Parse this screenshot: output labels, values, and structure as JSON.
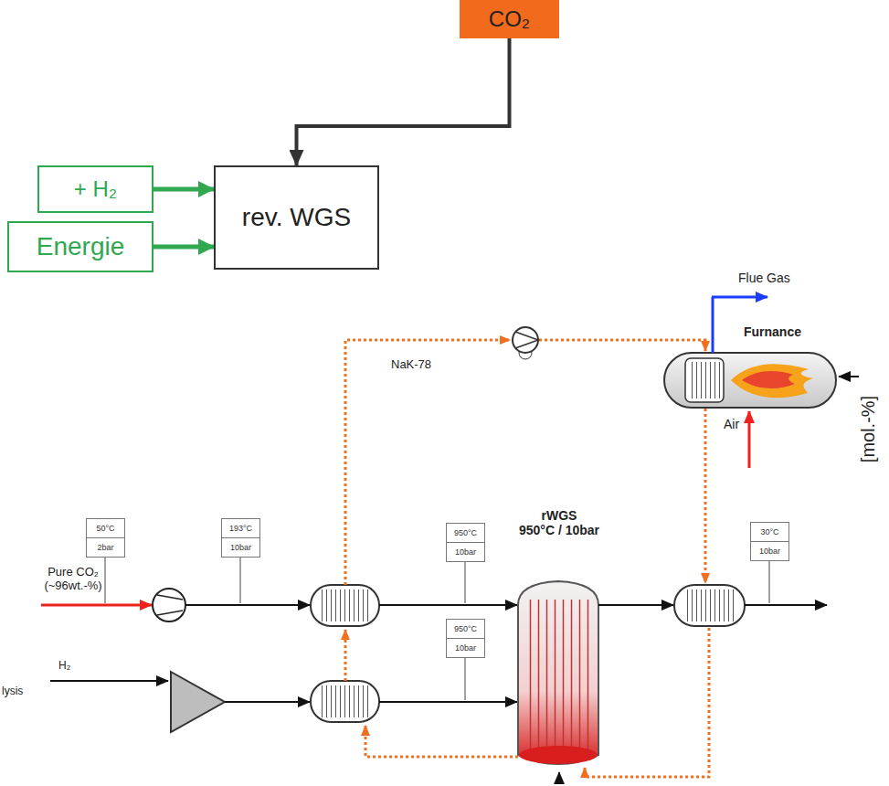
{
  "diagram": {
    "nodes": [
      {
        "text": [
          "CO₂"
        ]
      },
      {
        "text": [
          "+ H₂"
        ]
      },
      {
        "text": [
          "Energie"
        ]
      },
      {
        "text": [
          "rev. WGS"
        ]
      },
      {
        "text": [
          "Furnance"
        ]
      },
      {
        "text": [
          "rWGS",
          "950°C / 10bar"
        ]
      },
      {
        "text": [
          "50°C",
          "2bar"
        ]
      },
      {
        "text": [
          "193°C",
          "10bar"
        ]
      },
      {
        "text": [
          "950°C",
          "10bar"
        ]
      },
      {
        "text": [
          "950°C",
          "10bar"
        ]
      },
      {
        "text": [
          "30°C",
          "10bar"
        ]
      }
    ],
    "edges": [
      {
        "from": 0,
        "to": 3,
        "arrow": "to"
      },
      {
        "from": 1,
        "to": 3,
        "arrow": "to"
      },
      {
        "from": 2,
        "to": 3,
        "arrow": "to"
      }
    ],
    "labels": [
      "Flue Gas",
      "Air",
      "NaK-78",
      "Pure CO₂ (~96wt.-%)",
      "H₂",
      "lysis",
      "[mol.-%]"
    ]
  }
}
